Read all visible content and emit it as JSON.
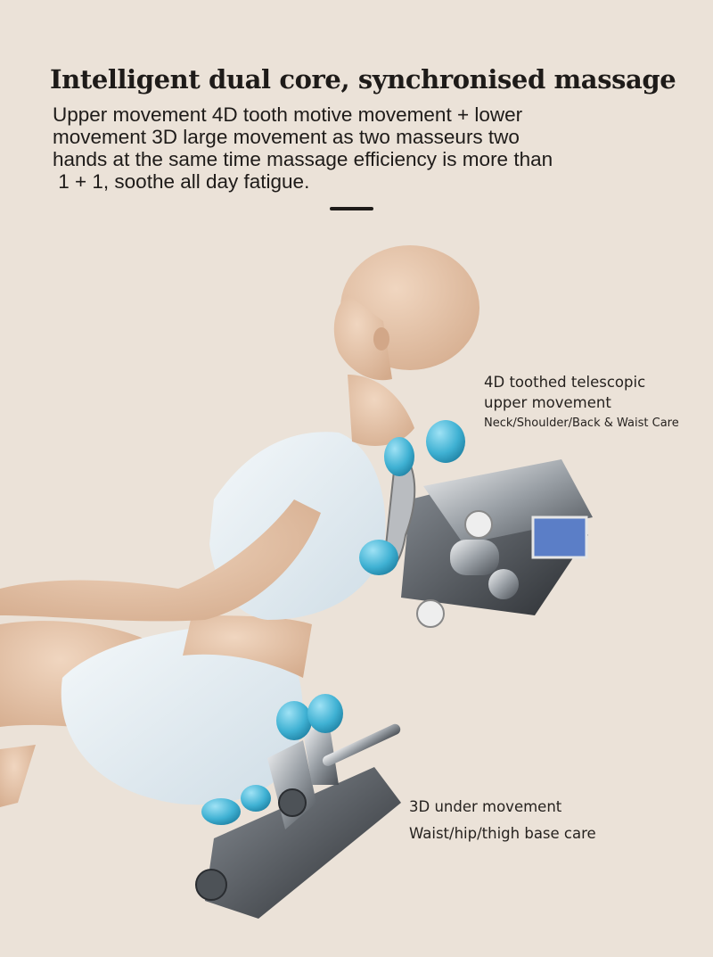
{
  "header": {
    "title": "Intelligent dual core, synchronised massage",
    "description_lines": [
      "Upper movement 4D tooth motive movement + lower",
      "movement 3D large movement as two masseurs two",
      "hands at the same time massage efficiency is more than",
      " 1 + 1, soothe all day fatigue."
    ]
  },
  "callouts": {
    "upper": {
      "title_lines": [
        "4D toothed telescopic",
        "upper movement"
      ],
      "subtitle": "Neck/Shoulder/Back & Waist Care"
    },
    "lower": {
      "title": "3D under movement",
      "subtitle": "Waist/hip/thigh base care"
    }
  },
  "colors": {
    "background": "#ebe2d8",
    "text": "#1e1b19",
    "roller_blue": "#3fb1d3",
    "garment": "#e4edf2",
    "skin": "#e3c2a6",
    "metal": "#9aa0a6"
  }
}
